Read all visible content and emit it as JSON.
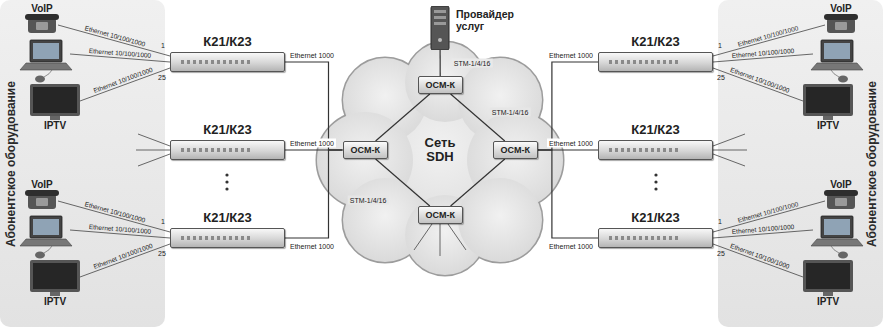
{
  "diagram": {
    "nodes": [
      {
        "text": [
          "Абонентское оборудование"
        ]
      },
      {
        "text": [
          "К21/К23"
        ]
      },
      {
        "text": [
          "К21/К23"
        ]
      },
      {
        "text": [
          "К21/К23"
        ]
      },
      {
        "text": [
          "Провайдер услуг"
        ]
      },
      {
        "text": [
          "Сеть SDH"
        ]
      },
      {
        "text": [
          "ОСМ-К"
        ],
        "in": 5
      },
      {
        "text": [
          "ОСМ-К"
        ],
        "in": 5
      },
      {
        "text": [
          "ОСМ-К"
        ],
        "in": 5
      },
      {
        "text": [
          "ОСМ-К"
        ],
        "in": 5
      },
      {
        "text": [
          "К21/К23"
        ]
      },
      {
        "text": [
          "К21/К23"
        ]
      },
      {
        "text": [
          "К21/К23"
        ]
      },
      {
        "text": [
          "Абонентское оборудование"
        ]
      }
    ],
    "edges": [
      {
        "from": 1,
        "to": 7,
        "arrow": "none",
        "label": "Ethernet 1000"
      },
      {
        "from": 2,
        "to": 7,
        "arrow": "none",
        "label": "Ethernet 1000"
      },
      {
        "from": 3,
        "to": 7,
        "arrow": "none",
        "label": "Ethernet 1000"
      },
      {
        "from": 4,
        "to": 6,
        "arrow": "none",
        "label": "STM-1/4/16"
      },
      {
        "from": 6,
        "to": 8,
        "arrow": "none",
        "label": "STM-1/4/16"
      },
      {
        "from": 7,
        "to": 9,
        "arrow": "none",
        "label": "STM-1/4/16"
      },
      {
        "from": 6,
        "to": 7,
        "arrow": "none"
      },
      {
        "from": 8,
        "to": 9,
        "arrow": "none"
      },
      {
        "from": 8,
        "to": 10,
        "arrow": "none",
        "label": "Ethernet 1000"
      },
      {
        "from": 8,
        "to": 11,
        "arrow": "none",
        "label": "Ethernet 1000"
      },
      {
        "from": 8,
        "to": 12,
        "arrow": "none",
        "label": "Ethernet 1000"
      }
    ],
    "labels": [
      "VoIP",
      "Ethernet 10/100/1000",
      "Ethernet 10/100/1000",
      "Ethernet 10/100/1000",
      "1",
      "25",
      "IPTV",
      "VoIP",
      "Ethernet 10/100/1000",
      "Ethernet 10/100/1000",
      "Ethernet 10/100/1000",
      "1",
      "25",
      "IPTV",
      "VoIP",
      "Ethernet 10/100/1000",
      "Ethernet 10/100/1000",
      "Ethernet 10/100/1000",
      "1",
      "25",
      "IPTV",
      "VoIP",
      "Ethernet 10/100/1000",
      "Ethernet 10/100/1000",
      "Ethernet 10/100/1000",
      "1",
      "25",
      "IPTV"
    ]
  }
}
